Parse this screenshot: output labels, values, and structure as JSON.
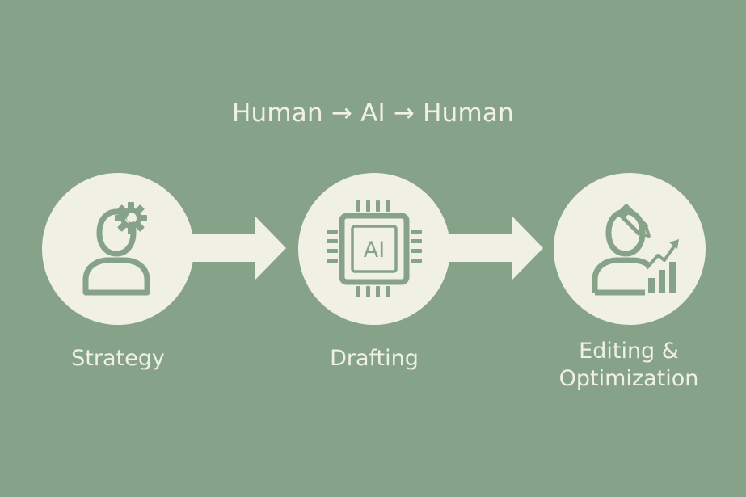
{
  "diagram": {
    "title": "Human → AI → Human",
    "steps": [
      {
        "id": "strategy",
        "label": "Strategy",
        "icon": "person-gear-icon"
      },
      {
        "id": "drafting",
        "label": "Drafting",
        "icon": "ai-chip-icon",
        "chip_text": "AI"
      },
      {
        "id": "editing",
        "label": "Editing &\nOptimization",
        "icon": "person-pencil-chart-icon"
      }
    ]
  },
  "colors": {
    "background": "#86a38a",
    "foreground": "#f1f0e4",
    "icon": "#86a38a"
  }
}
